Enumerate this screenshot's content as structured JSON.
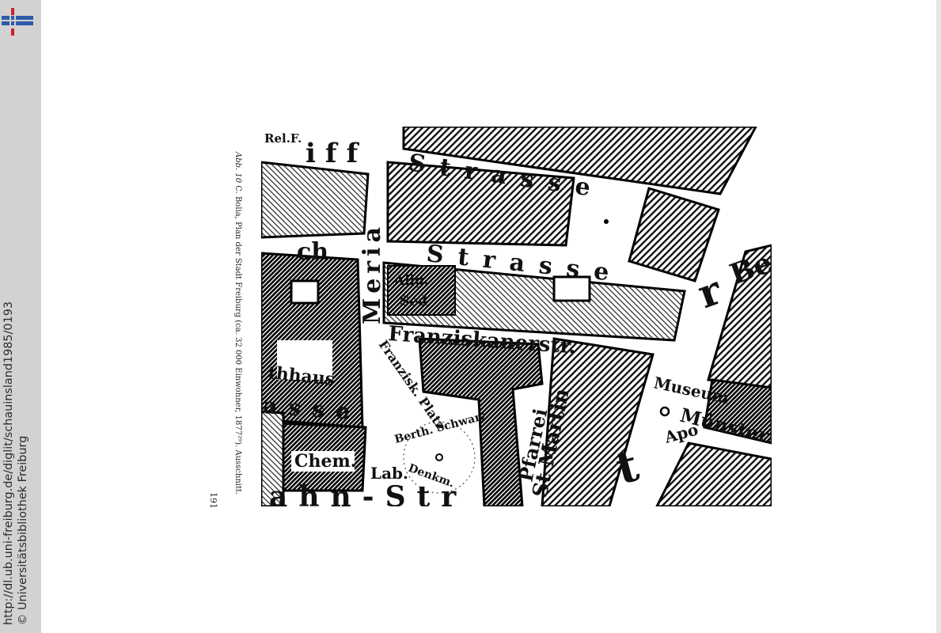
{
  "viewer": {
    "logo": "ub-freiburg-logo-icon",
    "sidebar_url": "http://dl.ub.uni-freiburg.de/diglit/schauinsland1985/0193",
    "sidebar_copyright": "© Universitätsbibliothek Freiburg"
  },
  "page": {
    "caption_abb": "Abb. 10",
    "caption_text": "C. Bolia, Plan der Stadt Freiburg (ca. 32 000 Einwohner, 1877²⁹).     Ausschnitt.",
    "page_number": "191"
  },
  "map": {
    "labels": {
      "relf": "Rel.F.",
      "iff": "iff",
      "strasse_top": "Strasse",
      "meria": "Meria",
      "ch": "ch",
      "strasse_mid": "Strasse",
      "be": "Be",
      "r": "r",
      "allg_sed_1": "Allg.",
      "allg_sed_2": "Sed",
      "franziskanerstr": "Franziskanerstr.",
      "franzisk_platz": "Franzisk. Platz",
      "berth_schwarz": "Berth. Schwarz",
      "denkm": "Denkm.",
      "pfarrei": "Pfarrei",
      "st_martin": "St Martin",
      "museum": "Museum",
      "munster": "Münster.s",
      "apo": "Apo",
      "thhaus": "thhaus",
      "asse": "asse",
      "chem": "Chem.",
      "lab": "Lab.",
      "ahnstr": "ahn-Str",
      "t": "t"
    }
  }
}
